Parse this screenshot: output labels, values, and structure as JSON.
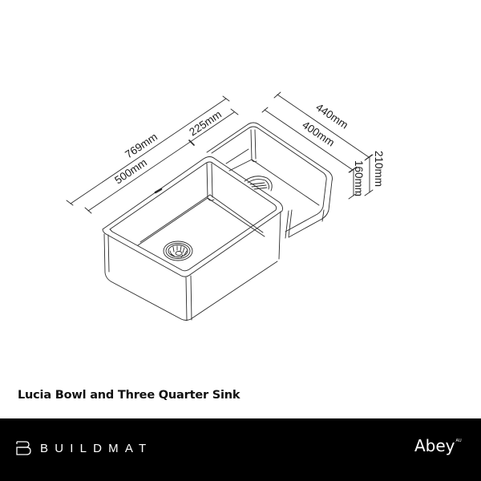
{
  "diagram": {
    "dimensions": {
      "overall_length": "769mm",
      "main_bowl_length": "500mm",
      "small_bowl_length": "225mm",
      "overall_width": "440mm",
      "bowl_width": "400mm",
      "overall_depth": "210mm",
      "bowl_depth": "160mm"
    },
    "line_color": "#2a2a2a"
  },
  "product": {
    "title": "Lucia Bowl and Three Quarter Sink"
  },
  "footer": {
    "background": "#000000",
    "left_brand": "BUILDMAT",
    "right_brand": "Abey",
    "right_brand_mark": "AU"
  }
}
